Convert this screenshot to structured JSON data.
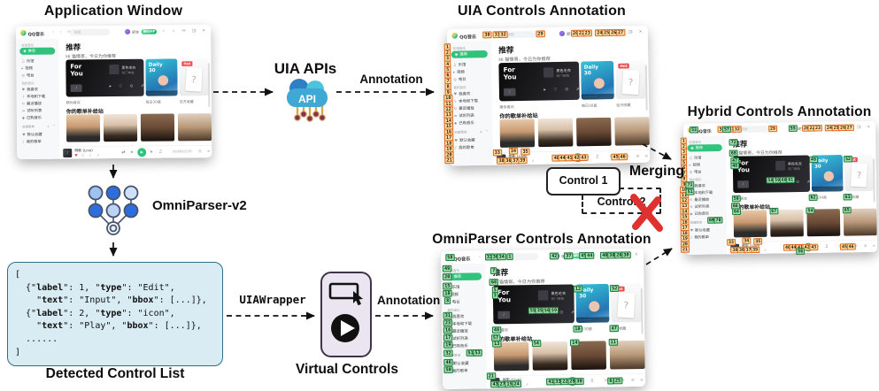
{
  "titles": {
    "application_window": "Application Window",
    "uia_annotation": "UIA Controls Annotation",
    "omniparser_annotation": "OmniParser Controls Annotation",
    "hybrid_annotation": "Hybrid Controls Annotation"
  },
  "labels": {
    "uia_apis": "UIA APIs",
    "api": "API",
    "annotation_top": "Annotation",
    "annotation_bottom": "Annotation",
    "omniparser": "OmniParser-v2",
    "uiawrapper": "UIAWrapper",
    "merging": "Merging",
    "control1": "Control 1",
    "control2": "Control 2",
    "detected_control_list": "Detected Control List",
    "virtual_controls": "Virtual Controls"
  },
  "code": {
    "lines": [
      "[",
      "  {\"label\": 1, \"type\": \"Edit\",",
      "    \"text\": \"Input\", \"bbox\": [...]},",
      "  {\"label\": 2, \"type\": \"icon\",",
      "    \"text\": \"Play\", \"bbox\": [...]},",
      "  ......",
      "]"
    ],
    "bold_keys": [
      "label",
      "type",
      "text",
      "bbox"
    ]
  },
  "app": {
    "header": {
      "logo": "QQ音乐",
      "logo_note": "♪",
      "nav": "‹ › ⟳",
      "search_placeholder": "搜索",
      "username": "昵称",
      "vip": "绿钻VIP",
      "hicons": "∨ ⌂ ✉ ≡",
      "win": "— □ ×"
    },
    "sidebar": {
      "plus": "+ ^",
      "sections": [
        {
          "label": "在线音乐",
          "items": [
            {
              "icon": "◉",
              "t": "推荐"
            },
            {
              "icon": "♫",
              "t": "乐馆"
            },
            {
              "icon": "▸",
              "t": "视频"
            },
            {
              "icon": "◎",
              "t": "电台"
            }
          ]
        },
        {
          "label": "我的音乐",
          "items": [
            {
              "icon": "♥",
              "t": "我喜欢"
            },
            {
              "icon": "⇩",
              "t": "本地和下载"
            },
            {
              "icon": "↻",
              "t": "最近播放"
            },
            {
              "icon": "≡",
              "t": "试听列表"
            },
            {
              "icon": "◆",
              "t": "已购音乐"
            }
          ]
        },
        {
          "label": "自建歌单",
          "items": [
            {
              "icon": "♥",
              "t": "默认收藏"
            },
            {
              "icon": "♪",
              "t": "我的歌单"
            }
          ]
        }
      ]
    },
    "main": {
      "title": "推荐",
      "greeting": "Hi 猫情哥，今日为你推荐",
      "for_you": {
        "l1": "For",
        "l2": "You",
        "song": "黑色毛衣",
        "sub": "热门单曲",
        "icons": "▸ ♡ ⊙ ⇗",
        "chip": "♪",
        "caption": "猜你喜欢"
      },
      "daily": {
        "l1": "Daily",
        "l2": "30",
        "strip": "·········",
        "caption": "每日30首"
      },
      "hot": {
        "tag": "Hot",
        "q": "?",
        "caption": "百万收藏"
      },
      "playlist_section": "你的歌单补给站"
    },
    "player": {
      "album_note": "♪",
      "song": "倒影 (Live)",
      "like": "♥",
      "icons": "⊙ ⇩ ⇗",
      "shuffle": "⇄",
      "prev": "«",
      "play": "▶",
      "next": "»",
      "vol": "♫",
      "time": "00:00/03:56",
      "right_icons": "⊞ ≡"
    }
  },
  "annotations": {
    "uia": [
      [
        1,
        0,
        13
      ],
      [
        2,
        0,
        17.2
      ],
      [
        3,
        0,
        21.3
      ],
      [
        4,
        0,
        25.5
      ],
      [
        5,
        0,
        29.6
      ],
      [
        6,
        0,
        33.8
      ],
      [
        7,
        0,
        37.9
      ],
      [
        8,
        0,
        42.1
      ],
      [
        9,
        0,
        46.2
      ],
      [
        10,
        0,
        50.4
      ],
      [
        11,
        0,
        54.5
      ],
      [
        12,
        0,
        58.7
      ],
      [
        13,
        0,
        62.8
      ],
      [
        14,
        0,
        67
      ],
      [
        15,
        0,
        71.1
      ],
      [
        16,
        0,
        75.3
      ],
      [
        17,
        0,
        79.4
      ],
      [
        18,
        0,
        83.6
      ],
      [
        19,
        0,
        87.7
      ],
      [
        20,
        0,
        91.9
      ],
      [
        21,
        0,
        96
      ],
      [
        30,
        20,
        4.5
      ],
      [
        31,
        25,
        4.5
      ],
      [
        32,
        28,
        4.5
      ],
      [
        29,
        46.5,
        4.5
      ],
      [
        20,
        64,
        4.5
      ],
      [
        22,
        67,
        4.5
      ],
      [
        23,
        70,
        4.5
      ],
      [
        24,
        76,
        4.5
      ],
      [
        25,
        79.5,
        4.5
      ],
      [
        26,
        83,
        4.5
      ],
      [
        27,
        86.5,
        4.5
      ],
      [
        33,
        24,
        91
      ],
      [
        34,
        32,
        90
      ],
      [
        35,
        38,
        90.5
      ],
      [
        38,
        26,
        97
      ],
      [
        36,
        29.5,
        97
      ],
      [
        37,
        33,
        97
      ],
      [
        39,
        36.5,
        97
      ],
      [
        40,
        53.5,
        95.5
      ],
      [
        44,
        56.5,
        95.5
      ],
      [
        41,
        60,
        95.5
      ],
      [
        42,
        63.5,
        95.5
      ],
      [
        43,
        67,
        95.5
      ],
      [
        45,
        83,
        95.5
      ],
      [
        46,
        86.5,
        95.5
      ]
    ],
    "omni": [
      [
        33,
        24,
        4.5
      ],
      [
        36,
        27,
        4.5
      ],
      [
        34,
        30,
        4.5
      ],
      [
        1,
        34,
        4.5
      ],
      [
        42,
        56,
        4.5
      ],
      [
        37,
        63,
        4.5
      ],
      [
        45,
        70.5,
        4.5
      ],
      [
        44,
        73.5,
        4.5
      ],
      [
        40,
        81,
        4.5
      ],
      [
        38,
        84.5,
        4.5
      ],
      [
        26,
        88,
        4.5
      ],
      [
        30,
        91.5,
        4.5
      ],
      [
        58,
        4.5,
        4.5
      ],
      [
        49,
        3,
        12.7
      ],
      [
        20,
        3,
        18.7
      ],
      [
        15,
        3,
        25.3
      ],
      [
        18,
        3,
        30.7
      ],
      [
        8,
        3,
        36
      ],
      [
        31,
        3,
        46.7
      ],
      [
        23,
        3,
        52
      ],
      [
        16,
        3,
        57.3
      ],
      [
        17,
        3,
        62.7
      ],
      [
        19,
        3,
        68
      ],
      [
        32,
        3,
        74
      ],
      [
        51,
        14,
        74
      ],
      [
        53,
        17.5,
        74
      ],
      [
        46,
        3,
        80.7
      ],
      [
        50,
        3,
        86
      ],
      [
        7,
        26,
        14.7
      ],
      [
        68,
        26,
        23
      ],
      [
        5,
        26.5,
        28.5
      ],
      [
        3,
        26.5,
        32.5
      ],
      [
        55,
        45,
        44
      ],
      [
        35,
        48.5,
        44
      ],
      [
        56,
        52,
        44
      ],
      [
        59,
        55.5,
        44
      ],
      [
        12,
        67.5,
        28.5
      ],
      [
        52,
        85.5,
        28.5
      ],
      [
        48,
        27,
        57.7
      ],
      [
        10,
        67,
        57.7
      ],
      [
        47,
        85,
        57.7
      ],
      [
        57,
        26.5,
        63.3
      ],
      [
        13,
        27,
        67.5
      ],
      [
        54,
        46.5,
        67.5
      ],
      [
        14,
        65.5,
        67.5
      ],
      [
        11,
        84.5,
        67.5
      ],
      [
        21,
        24,
        91
      ],
      [
        43,
        26,
        97
      ],
      [
        27,
        29.5,
        97
      ],
      [
        15,
        33,
        97
      ],
      [
        24,
        36.5,
        97
      ],
      [
        41,
        53.5,
        95.5
      ],
      [
        33,
        57,
        95.5
      ],
      [
        22,
        60.5,
        95.5
      ],
      [
        29,
        64,
        95.5
      ],
      [
        39,
        67.5,
        95.5
      ],
      [
        6,
        83,
        95.5
      ],
      [
        25,
        86.5,
        95.5
      ]
    ],
    "hybrid_extra": [
      [
        53,
        5.5,
        4.5
      ],
      [
        57,
        22.5,
        4.5
      ],
      [
        55,
        57,
        4.5
      ],
      [
        72,
        26,
        14.7
      ],
      [
        68,
        26,
        23
      ],
      [
        47,
        26.5,
        28.5
      ],
      [
        48,
        26.5,
        32.5
      ],
      [
        58,
        45,
        44
      ],
      [
        59,
        48.5,
        44
      ],
      [
        60,
        52,
        44
      ],
      [
        61,
        55.5,
        44
      ],
      [
        49,
        67.5,
        28.5
      ],
      [
        52,
        85.5,
        28.5
      ],
      [
        50,
        27,
        57.7
      ],
      [
        62,
        67,
        57.7
      ],
      [
        63,
        85,
        57.7
      ],
      [
        66,
        26.5,
        63.3
      ],
      [
        64,
        27,
        67.5
      ],
      [
        67,
        46.5,
        67.5
      ],
      [
        54,
        65.5,
        67.5
      ],
      [
        65,
        84.5,
        67.5
      ],
      [
        69,
        14,
        74
      ],
      [
        70,
        17.5,
        74
      ],
      [
        71,
        3,
        46.7
      ],
      [
        51,
        3,
        52
      ],
      [
        56,
        60,
        98.5
      ]
    ]
  },
  "colors": {
    "accent_green": "#31c27c",
    "uia_badge_border": "#e0661f",
    "uia_badge_bg": "#fbe0a2",
    "omni_badge_border": "#1c7c3c",
    "omni_badge_bg": "#9fe0ad",
    "red_x": "#e03131",
    "cloud_blue": "#3fa8d4",
    "code_box_bg": "#d9ecf4",
    "virtual_box_bg": "#ebe5f1"
  }
}
